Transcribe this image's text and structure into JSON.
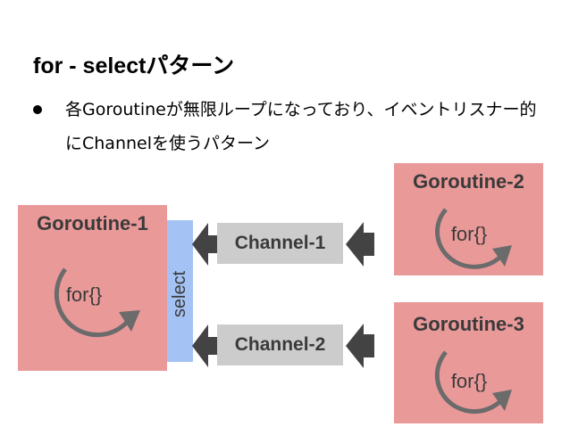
{
  "slide": {
    "title": "for - selectパターン",
    "bullet": "各Goroutineが無限ループになっており、イベントリスナー的にChannelを使うパターン"
  },
  "diagram": {
    "select_label": "select",
    "goroutines": [
      {
        "title": "Goroutine-1",
        "loop_label": "for{}"
      },
      {
        "title": "Goroutine-2",
        "loop_label": "for{}"
      },
      {
        "title": "Goroutine-3",
        "loop_label": "for{}"
      }
    ],
    "channels": [
      {
        "label": "Channel-1"
      },
      {
        "label": "Channel-2"
      }
    ]
  },
  "colors": {
    "goroutine_fill": "#ea9999",
    "select_fill": "#a4c2f4",
    "channel_fill": "#cccccc",
    "arrow_fill": "#434343",
    "loop_stroke": "#6b6b6b"
  }
}
